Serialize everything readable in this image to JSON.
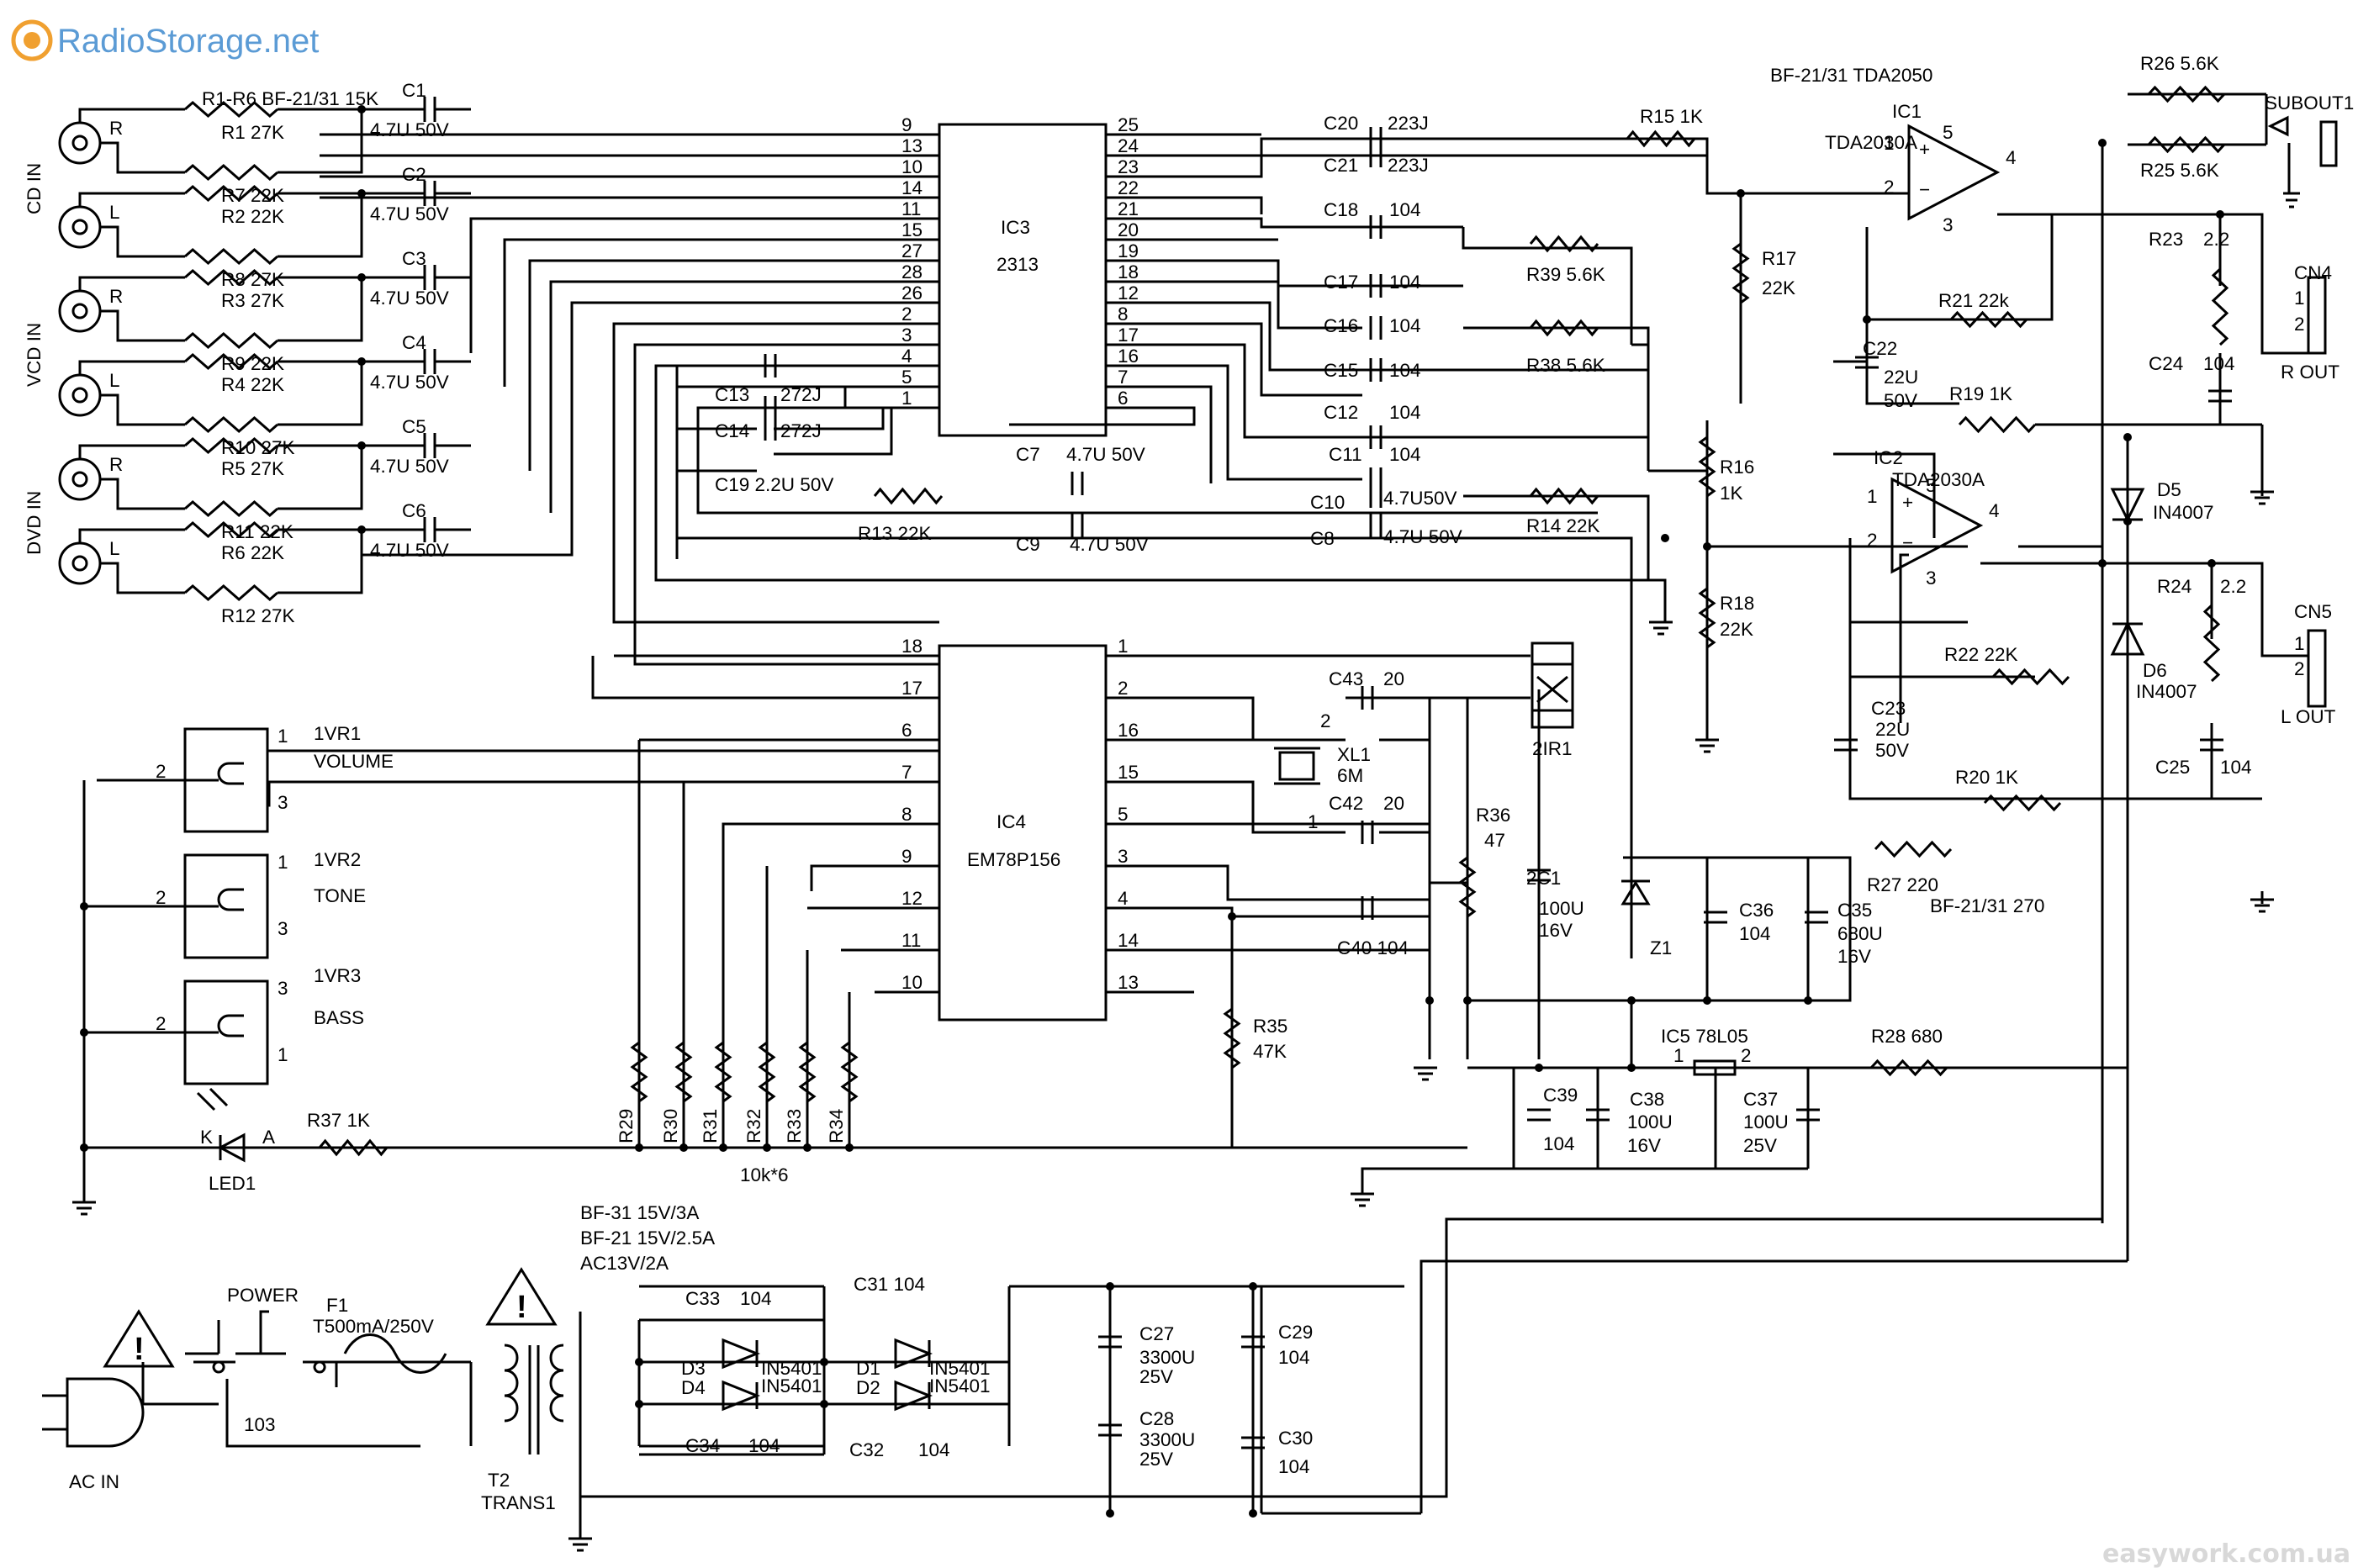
{
  "site": {
    "brand": "RadioStorage.net",
    "watermark": "easywork.com.ua"
  },
  "inputs": {
    "groups": [
      {
        "name": "CD IN",
        "channels": [
          "R",
          "L"
        ]
      },
      {
        "name": "VCD IN",
        "channels": [
          "R",
          "L"
        ]
      },
      {
        "name": "DVD IN",
        "channels": [
          "R",
          "L"
        ]
      }
    ],
    "note": "R1-R6  BF-21/31 15K"
  },
  "resistors": {
    "r1": "R1  27K",
    "r7": "R7  22K",
    "r2": "R2  22K",
    "r8": "R8  27K",
    "r3": "R3  27K",
    "r9": "R9  22K",
    "r4": "R4  22K",
    "r10": "R10  27K",
    "r5": "R5  27K",
    "r11": "R11  22K",
    "r6": "R6  22K",
    "r12": "R12  27K",
    "r13": "R13  22K",
    "r14": "R14  22K",
    "r15": "R15  1K",
    "r16_name": "R16",
    "r16_val": "1K",
    "r17_name": "R17",
    "r17_val": "22K",
    "r18_name": "R18",
    "r18_val": "22K",
    "r19": "R19  1K",
    "r20": "R20  1K",
    "r21": "R21  22k",
    "r22": "R22  22K",
    "r23": "R23",
    "r23_val": "2.2",
    "r24": "R24",
    "r24_val": "2.2",
    "r25": "R25  5.6K",
    "r26": "R26  5.6K",
    "r27": "R27  220",
    "r27_note": "BF-21/31 270",
    "r28": "R28  680",
    "r35_name": "R35",
    "r35_val": "47K",
    "r36_name": "R36",
    "r36_val": "47",
    "r37": "R37  1K",
    "r38": "R38  5.6K",
    "r39": "R39  5.6K",
    "r29_34": [
      "R29",
      "R30",
      "R31",
      "R32",
      "R33",
      "R34"
    ],
    "pack_note": "10k*6"
  },
  "capacitors": {
    "input_caps": [
      "C1",
      "C2",
      "C3",
      "C4",
      "C5",
      "C6"
    ],
    "input_cap_val": "4.7U 50V",
    "c20": "C20",
    "c20_val": "223J",
    "c21": "C21",
    "c21_val": "223J",
    "c18": "C18",
    "c17": "C17",
    "c16": "C16",
    "c15": "C15",
    "c12": "C12",
    "c11": "C11",
    "c10": "C10",
    "c8": "C8",
    "c10_val": "4.7U50V",
    "c8_val": "4.7U 50V",
    "val104": "104",
    "c13": "C13",
    "c13_val": "272J",
    "c14": "C14",
    "c14_val": "272J",
    "c19": "C19  2.2U 50V",
    "c7": "C7",
    "c7_val": "4.7U 50V",
    "c9": "C9",
    "c9_val": "4.7U 50V",
    "c22": "C22",
    "c22_v1": "22U",
    "c22_v2": "50V",
    "c23": "C23",
    "c23_v1": "22U",
    "c23_v2": "50V",
    "c24": "C24",
    "c25": "C25",
    "c43": "C43",
    "c43_val": "20",
    "c42": "C42",
    "c42_val": "20",
    "c40": "C40  104",
    "c36": "C36",
    "c35": "C35",
    "c35_v1": "680U",
    "c35_v2": "16V",
    "c2c1": "2C1",
    "c2c1_v1": "100U",
    "c2c1_v2": "16V",
    "c39": "C39",
    "c38": "C38",
    "c38_v1": "100U",
    "c38_v2": "16V",
    "c37": "C37",
    "c37_v1": "100U",
    "c37_v2": "25V",
    "c33": "C33",
    "c34": "C34",
    "c31": "C31 104",
    "c32": "C32",
    "c27": "C27",
    "c27_v1": "3300U",
    "c27_v2": "25V",
    "c28": "C28",
    "c28_v1": "3300U",
    "c28_v2": "25V",
    "c29": "C29",
    "c30": "C30",
    "c103": "103"
  },
  "ics": {
    "ic3": {
      "name": "IC3",
      "part": "2313",
      "left_pins": [
        "9",
        "13",
        "10",
        "14",
        "11",
        "15",
        "27",
        "28",
        "26",
        "2",
        "3",
        "4",
        "5",
        "1"
      ],
      "right_pins": [
        "25",
        "24",
        "23",
        "22",
        "21",
        "20",
        "19",
        "18",
        "12",
        "8",
        "17",
        "16",
        "7",
        "6"
      ]
    },
    "ic4": {
      "name": "IC4",
      "part": "EM78P156",
      "left_pins": [
        "18",
        "17",
        "6",
        "7",
        "8",
        "9",
        "12",
        "11",
        "10"
      ],
      "right_pins": [
        "1",
        "2",
        "16",
        "15",
        "5",
        "3",
        "4",
        "14",
        "13"
      ]
    },
    "ic1": {
      "name": "IC1",
      "part": "TDA2030A",
      "note": "BF-21/31  TDA2050",
      "pins": [
        "1",
        "2",
        "5",
        "4",
        "3"
      ]
    },
    "ic2": {
      "name": "IC2",
      "part": "TDA2030A",
      "pins": [
        "1",
        "2",
        "5",
        "4",
        "3"
      ]
    },
    "ic5": {
      "name": "IC5  78L05",
      "pin1": "1",
      "pin2": "2"
    }
  },
  "pots": [
    {
      "name": "1VR1",
      "label": "VOLUME",
      "pins": [
        "1",
        "2",
        "3"
      ]
    },
    {
      "name": "1VR2",
      "label": "TONE",
      "pins": [
        "1",
        "2",
        "3"
      ]
    },
    {
      "name": "1VR3",
      "label": "BASS",
      "pins": [
        "3",
        "2",
        "1"
      ]
    }
  ],
  "misc": {
    "xl1": "XL1",
    "xl1_val": "6M",
    "ir": "2IR1",
    "z1": "Z1",
    "led": "LED1",
    "led_k": "K",
    "led_a": "A",
    "d5": "D5",
    "d5_val": "IN4007",
    "d6": "D6",
    "d6_val": "IN4007",
    "d1": "D1",
    "d2": "D2",
    "d3": "D3",
    "d4": "D4",
    "diode_val": "IN5401",
    "cn4": "CN4",
    "cn4_label": "R  OUT",
    "cn5": "CN5",
    "cn5_label": "L  OUT",
    "sub": "SUBOUT1",
    "cn_pins": [
      "1",
      "2"
    ],
    "xtal_pins": [
      "2",
      "1"
    ]
  },
  "power": {
    "ac_in": "AC  IN",
    "switch": "POWER",
    "fuse": "F1",
    "fuse_val": "T500mA/250V",
    "trans": "T2",
    "trans_name": "TRANS1",
    "notes": [
      "BF-31  15V/3A",
      "BF-21  15V/2.5A",
      "AC13V/2A"
    ]
  }
}
